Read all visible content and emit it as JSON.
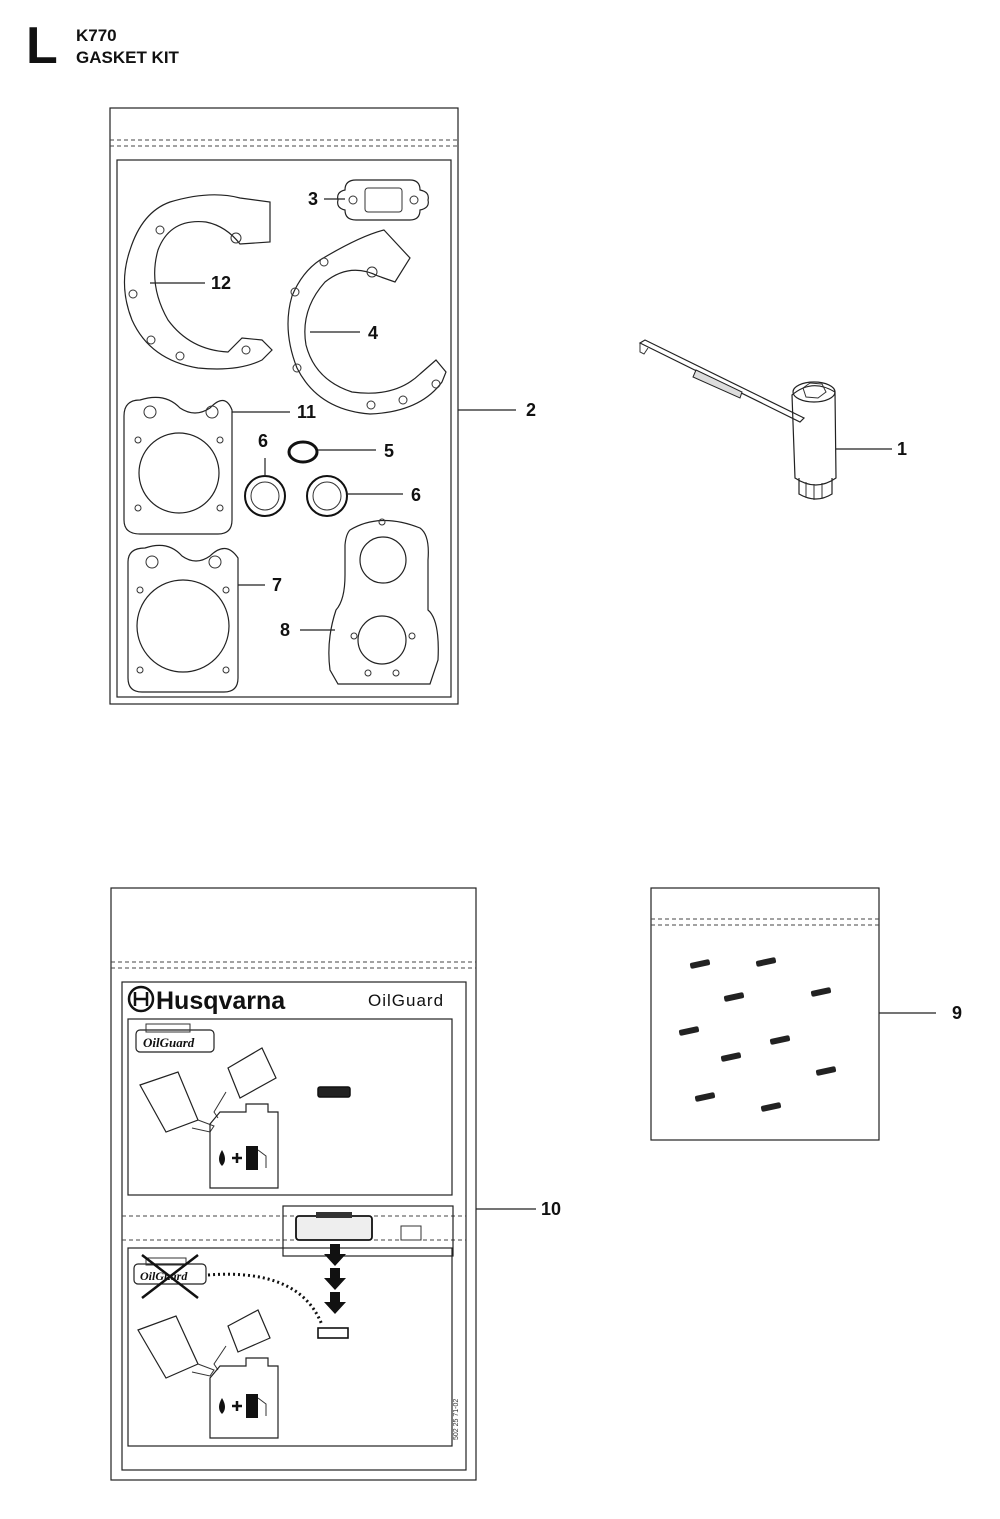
{
  "header": {
    "section": "L",
    "model": "K770",
    "title": "GASKET KIT"
  },
  "callouts": {
    "p1": "1",
    "p2": "2",
    "p3": "3",
    "p4": "4",
    "p5": "5",
    "p6a": "6",
    "p6b": "6",
    "p7": "7",
    "p8": "8",
    "p9": "9",
    "p10": "10",
    "p11": "11",
    "p12": "12"
  },
  "decal": {
    "brand": "Husqvarna",
    "product": "OilGuard",
    "code": "502 25 71-02"
  },
  "icons": {
    "bag": "plastic-bag-icon",
    "tool": "combination-wrench-icon",
    "fuel": "fuel-mix-icon",
    "arrows": "down-arrow-icon"
  }
}
